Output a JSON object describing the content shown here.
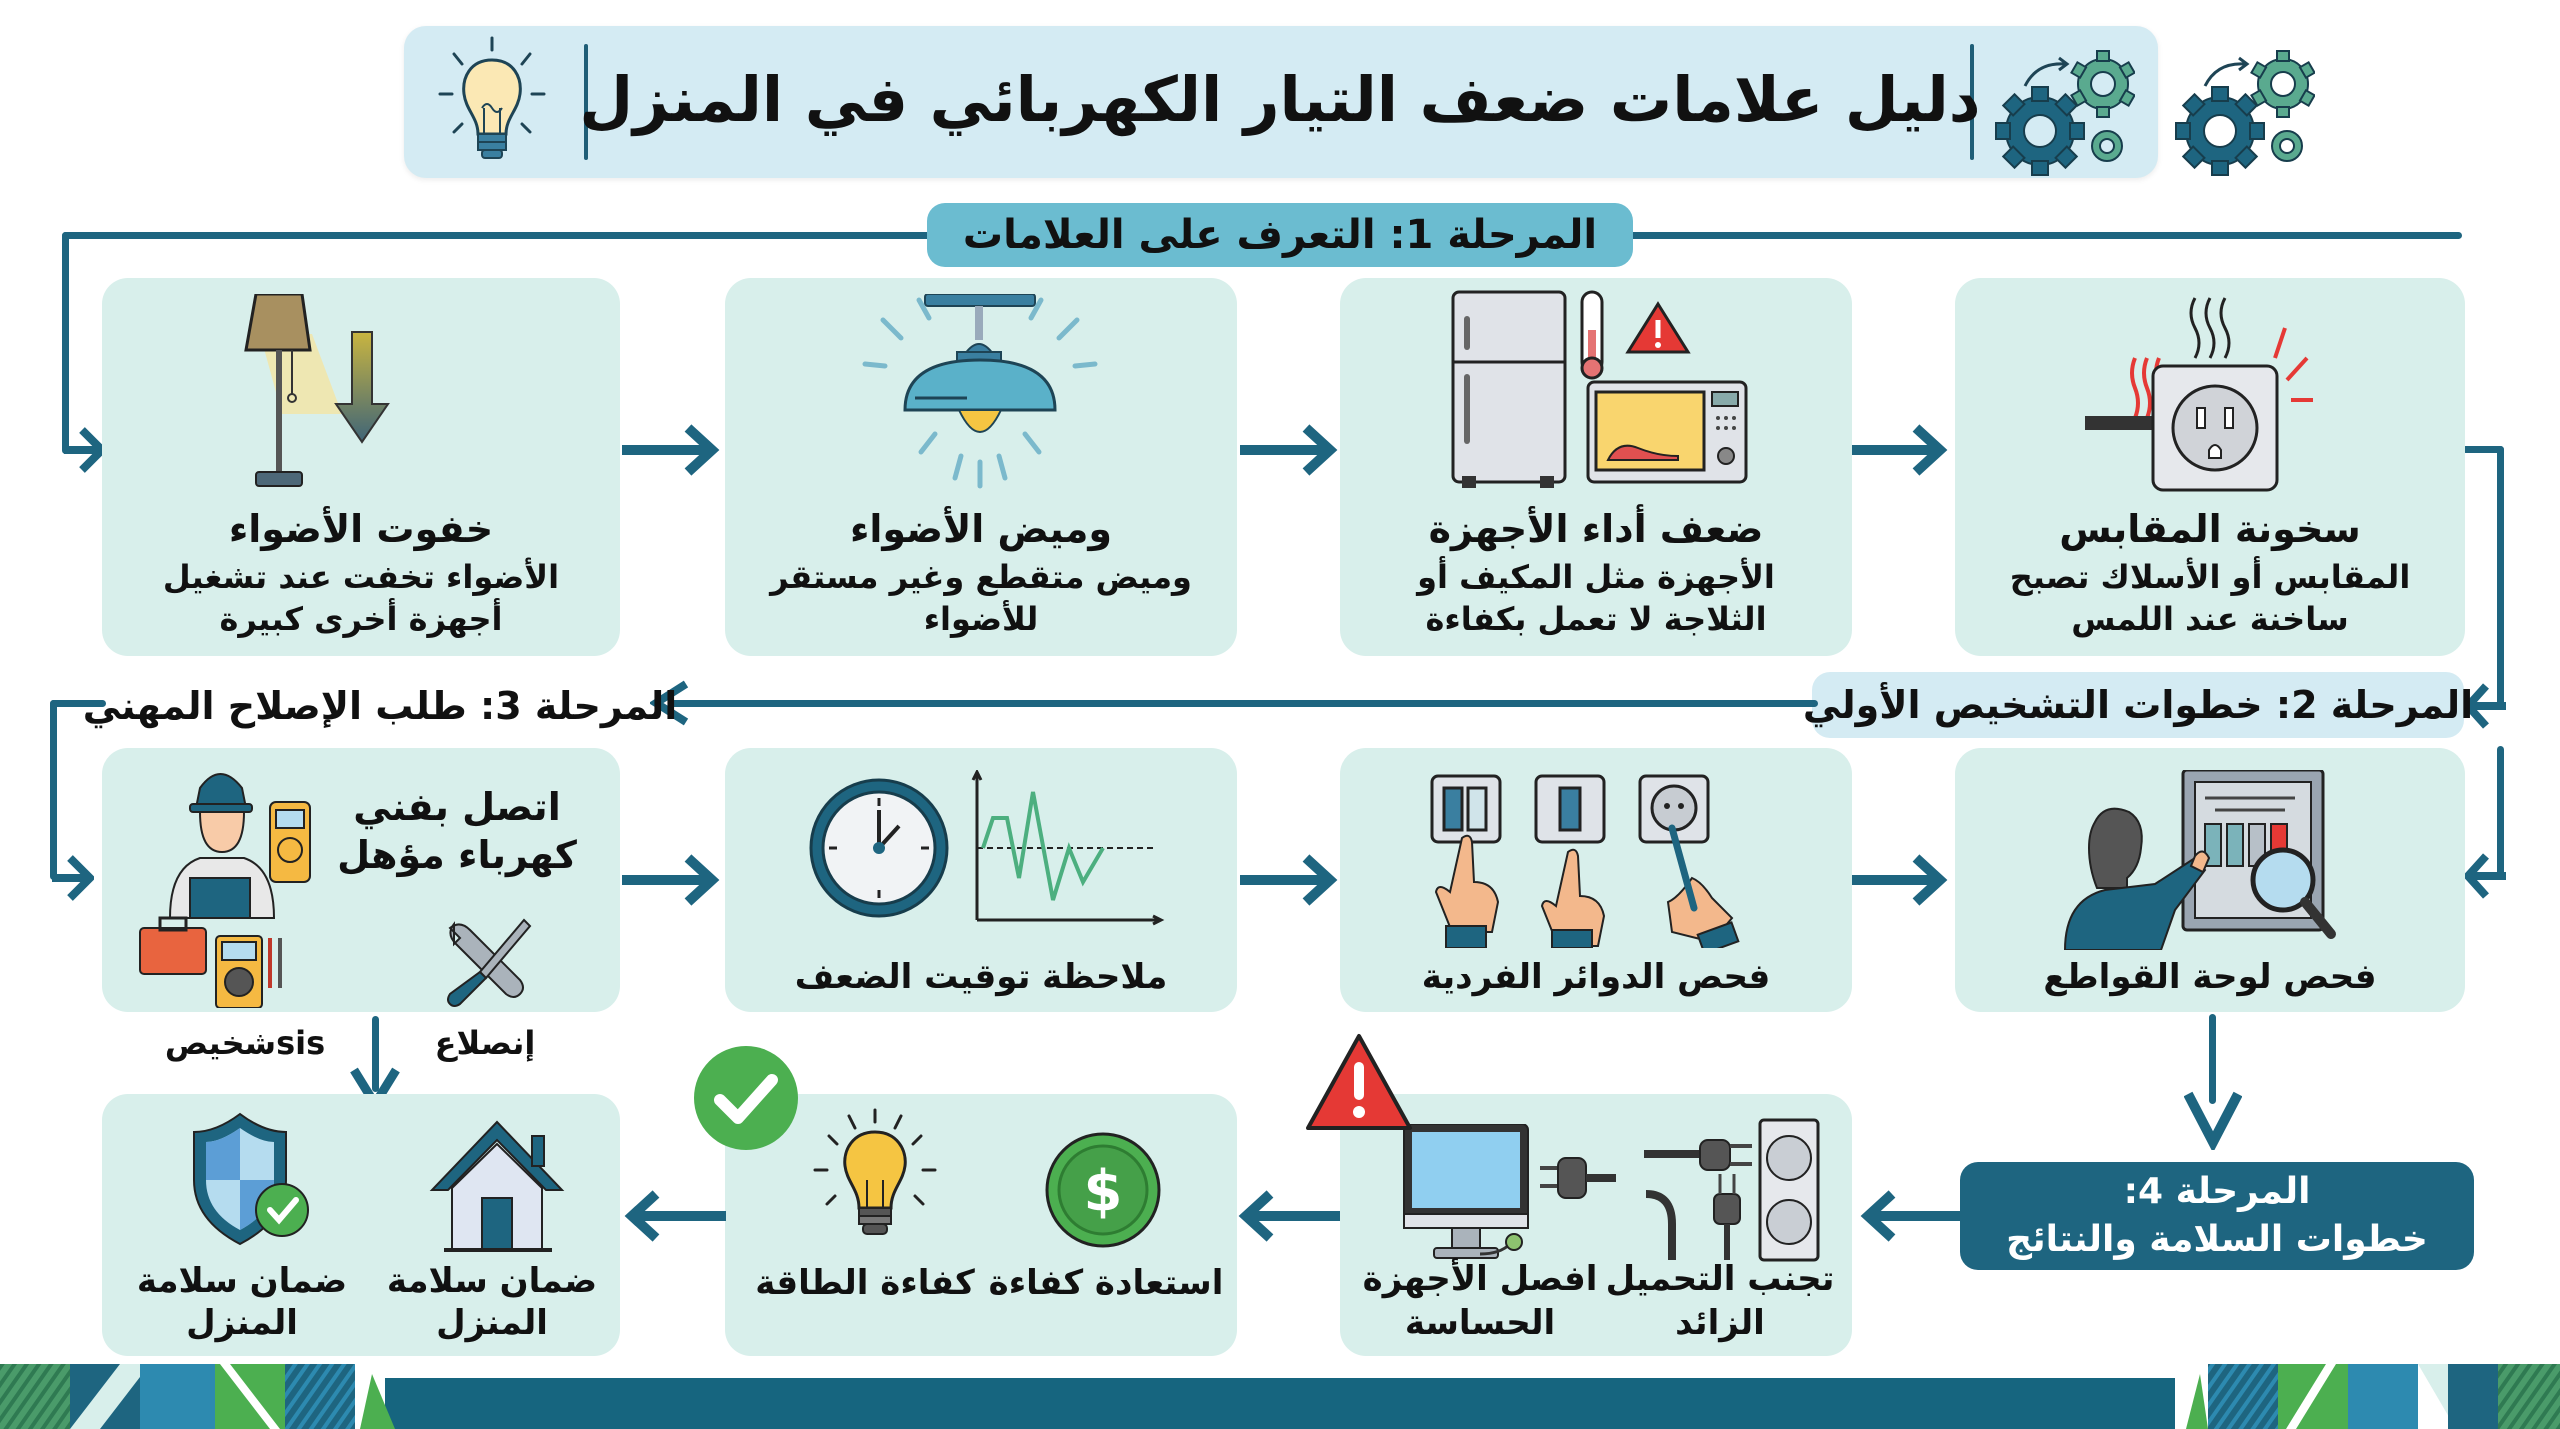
{
  "title": "دليل علامات ضعف التيار الكهربائي في المنزل",
  "header_icons": [
    "lightbulb-icon",
    "gears-icon",
    "gears-icon"
  ],
  "phases": {
    "phase1": {
      "label": "المرحلة 1: التعرف على العلامات"
    },
    "phase2": {
      "label": "المرحلة 2: خطوات التشخيص الأولي"
    },
    "phase3": {
      "label": "المرحلة 3: طلب الإصلاح المهني"
    },
    "phase4": {
      "line1": "المرحلة 4:",
      "line2": "خطوات السلامة والنتائج"
    }
  },
  "row1": [
    {
      "icon": "hot-outlet-icon",
      "title": "سخونة المقابس",
      "desc_lines": [
        "المقابس أو الأسلاك تصبح",
        "ساخنة عند اللمس"
      ]
    },
    {
      "icon": "appliances-warning-icon",
      "title": "ضعف أداء الأجهزة",
      "desc_lines": [
        "الأجهزة مثل المكيف أو",
        "الثلاجة لا تعمل بكفاءة"
      ]
    },
    {
      "icon": "flickering-ceiling-lamp-icon",
      "title": "وميض الأضواء",
      "desc_lines": [
        "وميض متقطع وغير مستقر",
        "للأضواء"
      ]
    },
    {
      "icon": "dimming-floor-lamp-icon",
      "title": "خفوت الأضواء",
      "desc_lines": [
        "الأضواء تخفت عند تشغيل",
        "أجهزة أخرى كبيرة"
      ]
    }
  ],
  "row2": [
    {
      "icon": "breaker-panel-inspection-icon",
      "title": "فحص لوحة القواطع"
    },
    {
      "icon": "switches-testing-icon",
      "title": "فحص الدوائر الفردية"
    },
    {
      "icon": "clock-voltage-graph-icon",
      "title": "ملاحظة توقيت الضعف"
    },
    {
      "icon": "electrician-icon",
      "title_lines": [
        "اتصل بفني",
        "كهرباء مؤهل"
      ],
      "sub_labels": [
        "إنصلاع",
        "sisشخيص"
      ]
    }
  ],
  "row3": [
    {
      "items": [
        {
          "icon": "power-strip-overload-icon",
          "title_lines": [
            "تجنب التحميل",
            "الزائد"
          ]
        },
        {
          "icon": "unplug-computer-icon",
          "title_lines": [
            "افصل الأجهزة",
            "الحساسة"
          ]
        }
      ]
    },
    {
      "items": [
        {
          "icon": "dollar-coin-icon",
          "title_lines": [
            "استعادة كفاءة"
          ]
        },
        {
          "icon": "lightbulb-icon",
          "title_lines": [
            "كفاءة الطاقة"
          ]
        }
      ]
    },
    {
      "items": [
        {
          "icon": "house-icon",
          "title_lines": [
            "ضمان سلامة",
            "المنزل"
          ]
        },
        {
          "icon": "shield-check-icon",
          "title_lines": [
            "ضمان سلامة",
            "المنزل"
          ]
        }
      ]
    }
  ],
  "colors": {
    "primary_teal": "#1e6580",
    "card_bg": "#d8efeb",
    "title_bg": "#d4ebf3",
    "phase1_pill": "#6bbcd0",
    "accent_green": "#4caf50",
    "warning_red": "#e53935"
  }
}
